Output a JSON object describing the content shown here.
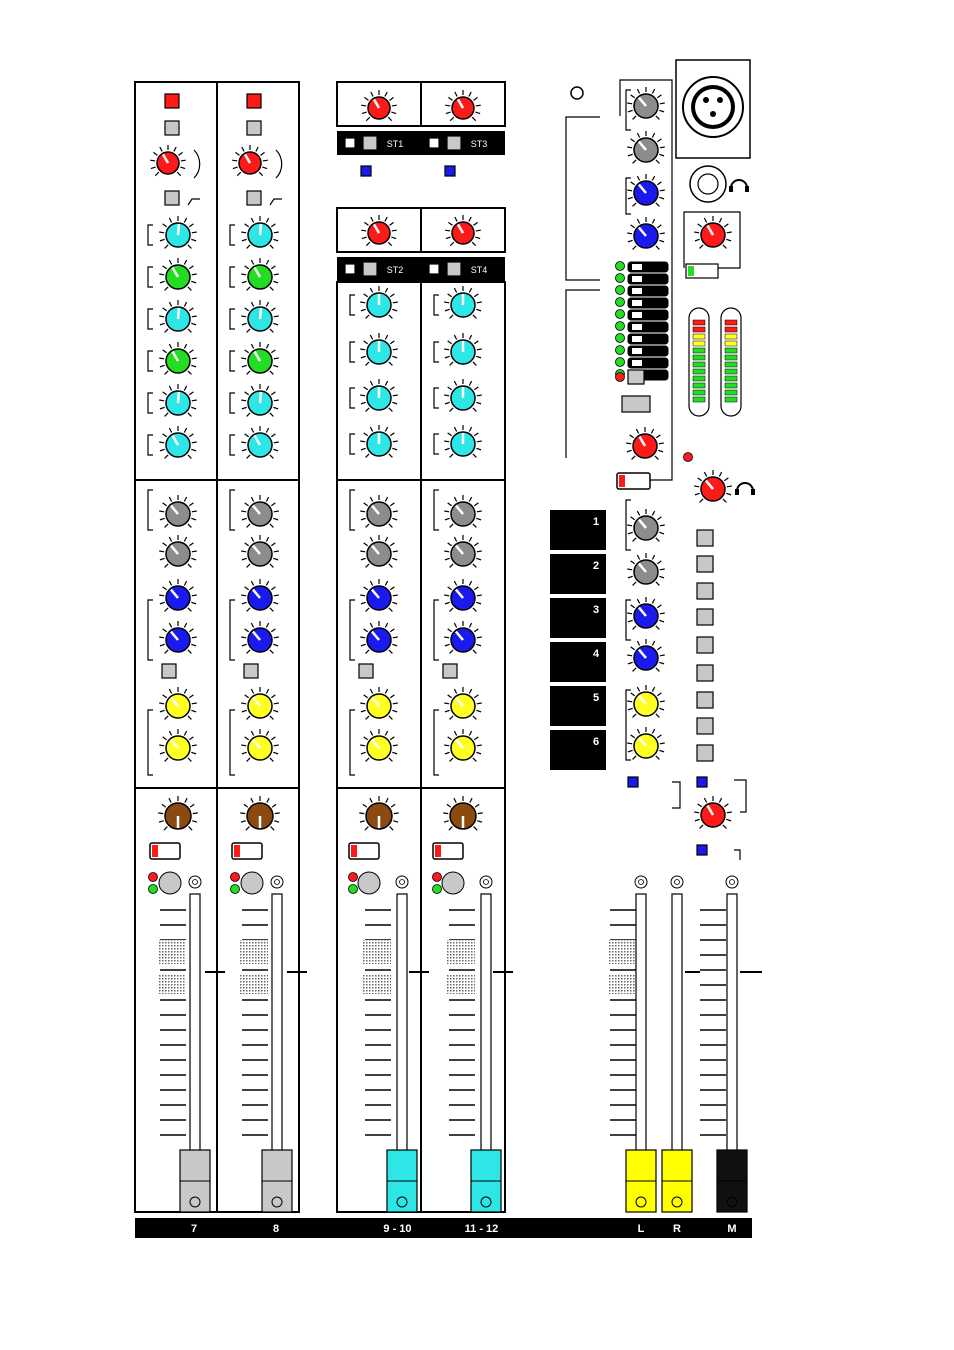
{
  "channels": [
    {
      "label": "7",
      "fader_color": "#c8c8c8"
    },
    {
      "label": "8",
      "fader_color": "#c8c8c8"
    },
    {
      "label": "9 - 10",
      "fader_color": "#2ee6e6"
    },
    {
      "label": "11 - 12",
      "fader_color": "#2ee6e6"
    }
  ],
  "stereo_returns": [
    "ST1",
    "ST3",
    "ST2",
    "ST4"
  ],
  "group_blocks": [
    "1",
    "2",
    "3",
    "4",
    "5",
    "6"
  ],
  "master_labels": [
    "L",
    "R",
    "M"
  ],
  "colors": {
    "red": "#ff1a1a",
    "cyan": "#2ee6e6",
    "green": "#22dd22",
    "gray": "#8c8c8c",
    "blue": "#1a1aee",
    "yellow": "#ffff22",
    "brown": "#8a4a10",
    "master_yellow": "#ffff00",
    "black": "#111111"
  }
}
